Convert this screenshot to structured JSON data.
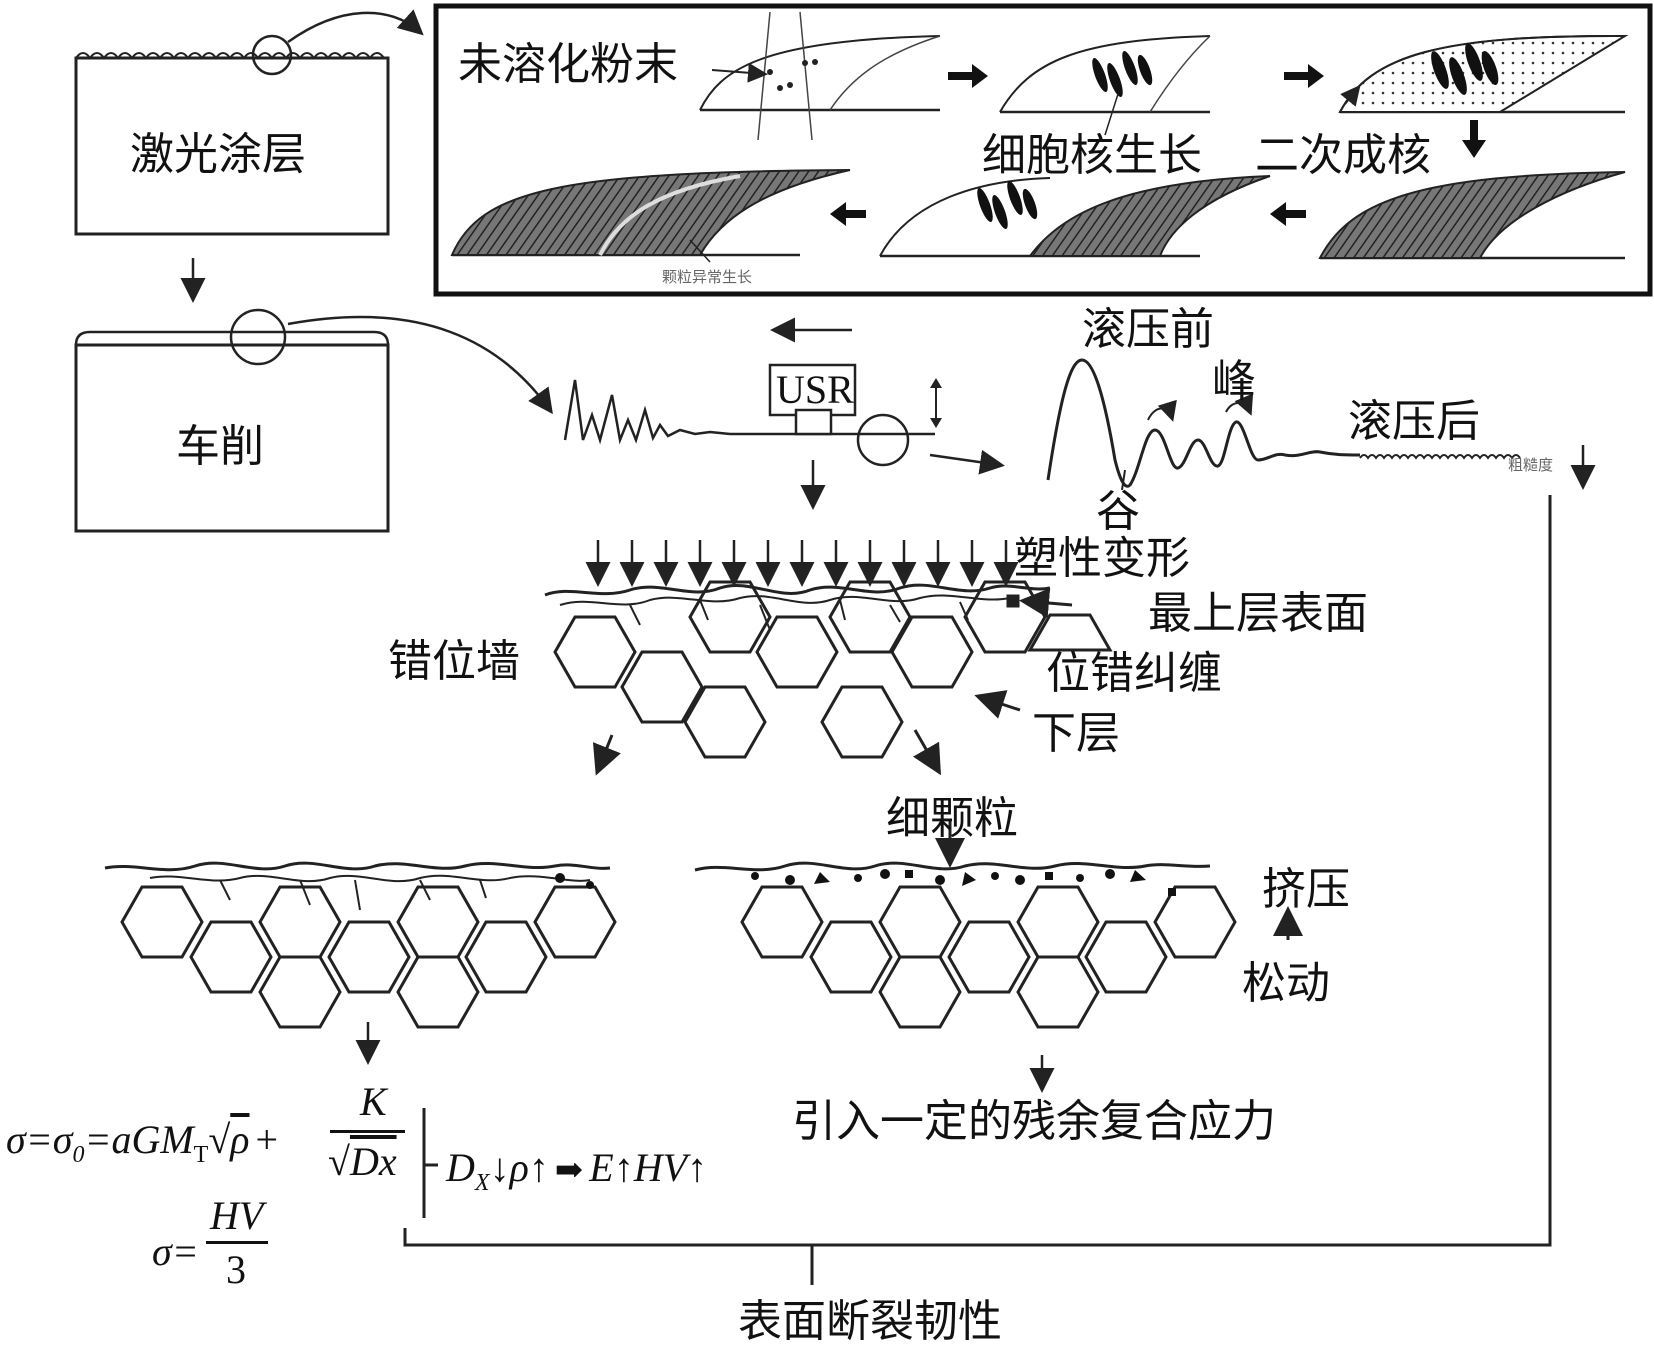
{
  "labels": {
    "laser_coating": "激光涂层",
    "turning": "车削",
    "unmelted_powder": "未溶化粉末",
    "cell_nucleus_growth": "细胞核生长",
    "secondary_nucleation": "二次成核",
    "abnormal_grain_growth": "颗粒异常生长",
    "usr": "USR",
    "before_rolling": "滚压前",
    "peak": "峰",
    "after_rolling": "滚压后",
    "valley": "谷",
    "roughness": "粗糙度",
    "plastic_deformation": "塑性变形",
    "top_surface": "最上层表面",
    "dislocation_wall": "错位墙",
    "dislocation_tangle": "位错纠缠",
    "lower_layer": "下层",
    "fine_grain": "细颗粒",
    "squeeze": "挤压",
    "loosen": "松动",
    "residual_stress": "引入一定的残余复合应力",
    "fracture_toughness": "表面断裂韧性"
  },
  "formula": {
    "line1_lhs": "σ=σ",
    "sub0": "0",
    "line1_mid": "=aGM",
    "subT": "T",
    "sqrt": "√",
    "rho": "ρ",
    "plus": "+",
    "K": "K",
    "Dx": "Dx",
    "result_D": "D",
    "subX": "X",
    "result_rest": "↓ρ↑",
    "result_arrow": "➡",
    "result_end": "E↑HV↑",
    "line2_lhs": "σ=",
    "HV": "HV",
    "three": "3"
  }
}
